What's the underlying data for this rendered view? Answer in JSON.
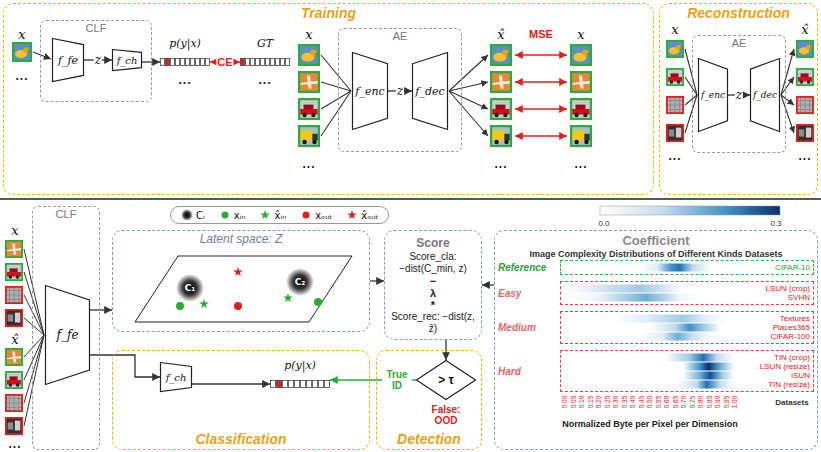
{
  "diagram": {
    "nodes": [
      {
        "text": [
          "Training"
        ]
      },
      {
        "text": [
          "CLF"
        ],
        "in": 0
      },
      {
        "text": [
          "f_fe"
        ],
        "in": 1
      },
      {
        "text": [
          "f_ch"
        ],
        "in": 1
      },
      {
        "text": [
          "p(y|x)"
        ],
        "in": 0
      },
      {
        "text": [
          "GT"
        ],
        "in": 0
      },
      {
        "text": [
          "AE"
        ],
        "in": 0
      },
      {
        "text": [
          "f_enc"
        ],
        "in": 6
      },
      {
        "text": [
          "f_dec"
        ],
        "in": 6
      },
      {
        "text": [
          "Reconstruction"
        ]
      },
      {
        "text": [
          "AE"
        ],
        "in": 9
      },
      {
        "text": [
          "f_enc"
        ],
        "in": 10
      },
      {
        "text": [
          "f_dec"
        ],
        "in": 10
      },
      {
        "text": [
          "CLF"
        ]
      },
      {
        "text": [
          "f_fe"
        ],
        "in": 13
      },
      {
        "text": [
          "Latent space: Z"
        ]
      },
      {
        "text": [
          "Score",
          "Score_cla: −dist(C_min, z)",
          "−",
          "λ",
          "*",
          "Score_rec: −dist(z, ẑ)"
        ]
      },
      {
        "text": [
          "Classification"
        ]
      },
      {
        "text": [
          "f_ch"
        ],
        "in": 17
      },
      {
        "text": [
          "p(y|x)"
        ],
        "in": 17
      },
      {
        "text": [
          "Detection"
        ]
      },
      {
        "text": [
          "> τ"
        ],
        "in": 20
      },
      {
        "text": [
          "Coefficient",
          "Image Complexity Distributions of Different Kinds Datasets"
        ]
      },
      {
        "text": [
          "Reference",
          "CIFAR-10"
        ],
        "in": 22
      },
      {
        "text": [
          "Easy",
          "LSUN (crop)",
          "SVHN"
        ],
        "in": 22
      },
      {
        "text": [
          "Medium",
          "Textures",
          "Places365",
          "CIFAR-100"
        ],
        "in": 22
      },
      {
        "text": [
          "Hard",
          "TIN (crop)",
          "LSUN (resize)",
          "iSUN",
          "TIN (resize)"
        ],
        "in": 22
      }
    ],
    "edges": [
      {
        "from": 2,
        "to": 3,
        "label": "z",
        "arrow": "to"
      },
      {
        "from": 3,
        "to": 4,
        "arrow": "to"
      },
      {
        "from": 4,
        "to": 5,
        "label": "CE",
        "arrow": "both"
      },
      {
        "from": 7,
        "to": 8,
        "label": "z",
        "arrow": "to"
      },
      {
        "from": 11,
        "to": 12,
        "label": "z",
        "arrow": "to"
      },
      {
        "from": 14,
        "to": 15,
        "arrow": "to"
      },
      {
        "from": 14,
        "to": 18,
        "arrow": "to"
      },
      {
        "from": 18,
        "to": 19,
        "arrow": "to"
      },
      {
        "from": 15,
        "to": 16,
        "arrow": "to"
      },
      {
        "from": 22,
        "to": 16,
        "arrow": "to"
      },
      {
        "from": 16,
        "to": 21,
        "arrow": "to"
      },
      {
        "from": 21,
        "to": 19,
        "label": "True ID",
        "arrow": "to"
      }
    ],
    "labels": [
      "x",
      "...",
      "...",
      "...",
      "x",
      "x̂",
      "MSE",
      "x",
      "...",
      "...",
      "...",
      "x",
      "...",
      "x̂",
      "...",
      "x",
      "x̂",
      "...",
      "C₁",
      "C₂",
      "False: OOD",
      "0.0",
      "0.3",
      "0.00",
      "0.05",
      "0.10",
      "0.15",
      "0.20",
      "0.25",
      "0.30",
      "0.35",
      "0.40",
      "0.45",
      "0.50",
      "0.55",
      "0.60",
      "0.65",
      "0.70",
      "0.75",
      "0.80",
      "0.85",
      "0.90",
      "0.95",
      "1.00",
      "Datasets",
      "Normalized Byte per Pixel per Dimension"
    ],
    "legend": [
      {
        "text": "Cᵢ"
      },
      {
        "text": "xᵢₙ"
      },
      {
        "text": "x̂ᵢₙ"
      },
      {
        "text": "xₒᵤₜ"
      },
      {
        "text": "x̂ₒᵤₜ"
      }
    ]
  }
}
